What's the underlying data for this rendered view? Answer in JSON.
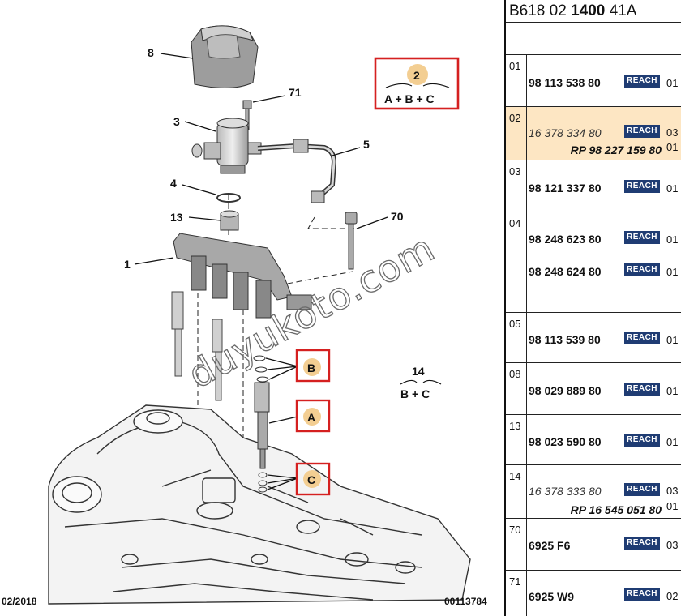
{
  "diagram": {
    "callouts": [
      "8",
      "71",
      "3",
      "5",
      "4",
      "13",
      "70",
      "1",
      "14"
    ],
    "letter_markers": [
      "B",
      "A",
      "C"
    ],
    "box_2": {
      "number": "2",
      "formula": "A + B + C"
    },
    "label_14_formula": "B + C",
    "footer_date": "02/2018",
    "footer_ref": "00113784",
    "watermark": "duyukoto.com"
  },
  "header": {
    "prefix": "B618 02 ",
    "bold": "1400",
    "suffix": " 41A"
  },
  "rows": [
    {
      "index": "01",
      "part": "98 113 538 80",
      "italic": false,
      "qty": "01"
    },
    {
      "index": "02",
      "part": "16 378 334 80",
      "italic": true,
      "qty": "03",
      "rp": "RP 98 227 159 80",
      "rp_qty": "01",
      "selected": true
    },
    {
      "index": "03",
      "part": "98 121 337 80",
      "italic": false,
      "qty": "01"
    },
    {
      "index": "04",
      "part": "98 248 623 80",
      "italic": false,
      "qty": "01",
      "part2": "98 248 624 80",
      "qty2": "01"
    },
    {
      "index": "05",
      "part": "98 113 539 80",
      "italic": false,
      "qty": "01"
    },
    {
      "index": "08",
      "part": "98 029 889 80",
      "italic": false,
      "qty": "01"
    },
    {
      "index": "13",
      "part": "98 023 590 80",
      "italic": false,
      "qty": "01"
    },
    {
      "index": "14",
      "part": "16 378 333 80",
      "italic": true,
      "qty": "03",
      "rp": "RP 16 545 051 80",
      "rp_qty": "01"
    },
    {
      "index": "70",
      "part": "6925 F6",
      "italic": false,
      "qty": "03"
    },
    {
      "index": "71",
      "part": "6925 W9",
      "italic": false,
      "qty": "02"
    }
  ],
  "reach_label": "REACH"
}
